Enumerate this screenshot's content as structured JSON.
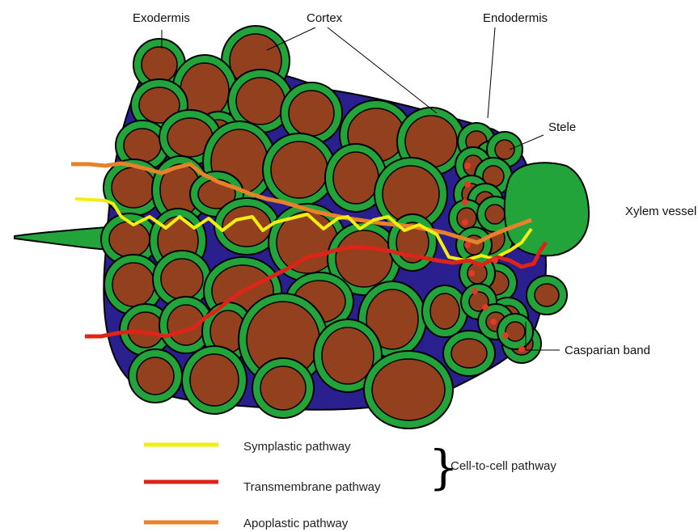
{
  "labels": {
    "exodermis": "Exodermis",
    "cortex": "Cortex",
    "endodermis": "Endodermis",
    "stele": "Stele",
    "xylem": "Xylem vessel",
    "casparian": "Casparian band"
  },
  "legend": {
    "symplastic": "Symplastic pathway",
    "transmembrane": "Transmembrane pathway",
    "apoplastic": "Apoplastic pathway",
    "brace_label": "Cell-to-cell pathway",
    "brace_glyph": "}"
  },
  "colors": {
    "cell_wall_green": "#22a43a",
    "cell_outline": "#000000",
    "cell_interior": "#93401f",
    "intercellular_space": "#2a1f8e",
    "symplastic": "#f3ee10",
    "transmembrane": "#dd2418",
    "apoplastic": "#e8822a",
    "casparian_mark": "#e03a2a"
  }
}
